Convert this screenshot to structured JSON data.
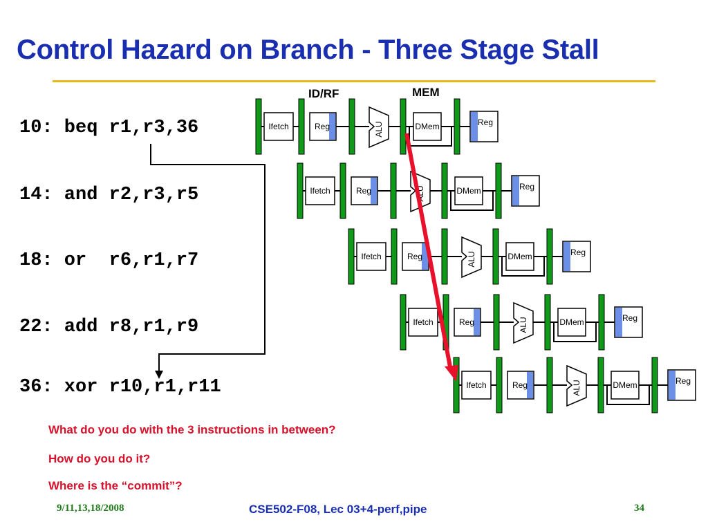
{
  "slide": {
    "title": "Control Hazard on Branch - Three Stage Stall",
    "instructions": [
      "10: beq r1,r3,36",
      "14: and r2,r3,r5",
      "18: or  r6,r1,r7",
      "22: add r8,r1,r9",
      "36: xor r10,r1,r11"
    ],
    "stage_labels": [
      "ID/RF",
      "MEM"
    ],
    "pipeline_stages": {
      "ifetch": "Ifetch",
      "reg": "Reg",
      "alu": "ALU",
      "dmem": "DMem",
      "writeback": "Reg"
    },
    "questions": [
      "What do you do with the 3 instructions in between?",
      "How do you do it?",
      "Where is the “commit”?"
    ],
    "footer": {
      "date": "9/11,13,18/2008",
      "course": "CSE502-F08, Lec 03+4-perf,pipe",
      "page": "34"
    },
    "colors": {
      "title": "#1a2fb0",
      "rule": "#e8b818",
      "latch": "#0f9a1a",
      "reg_shade": "#6b8fe6",
      "arrow": "#e8102a",
      "questions": "#d8102a",
      "footer_green": "#1f7a1a"
    }
  }
}
